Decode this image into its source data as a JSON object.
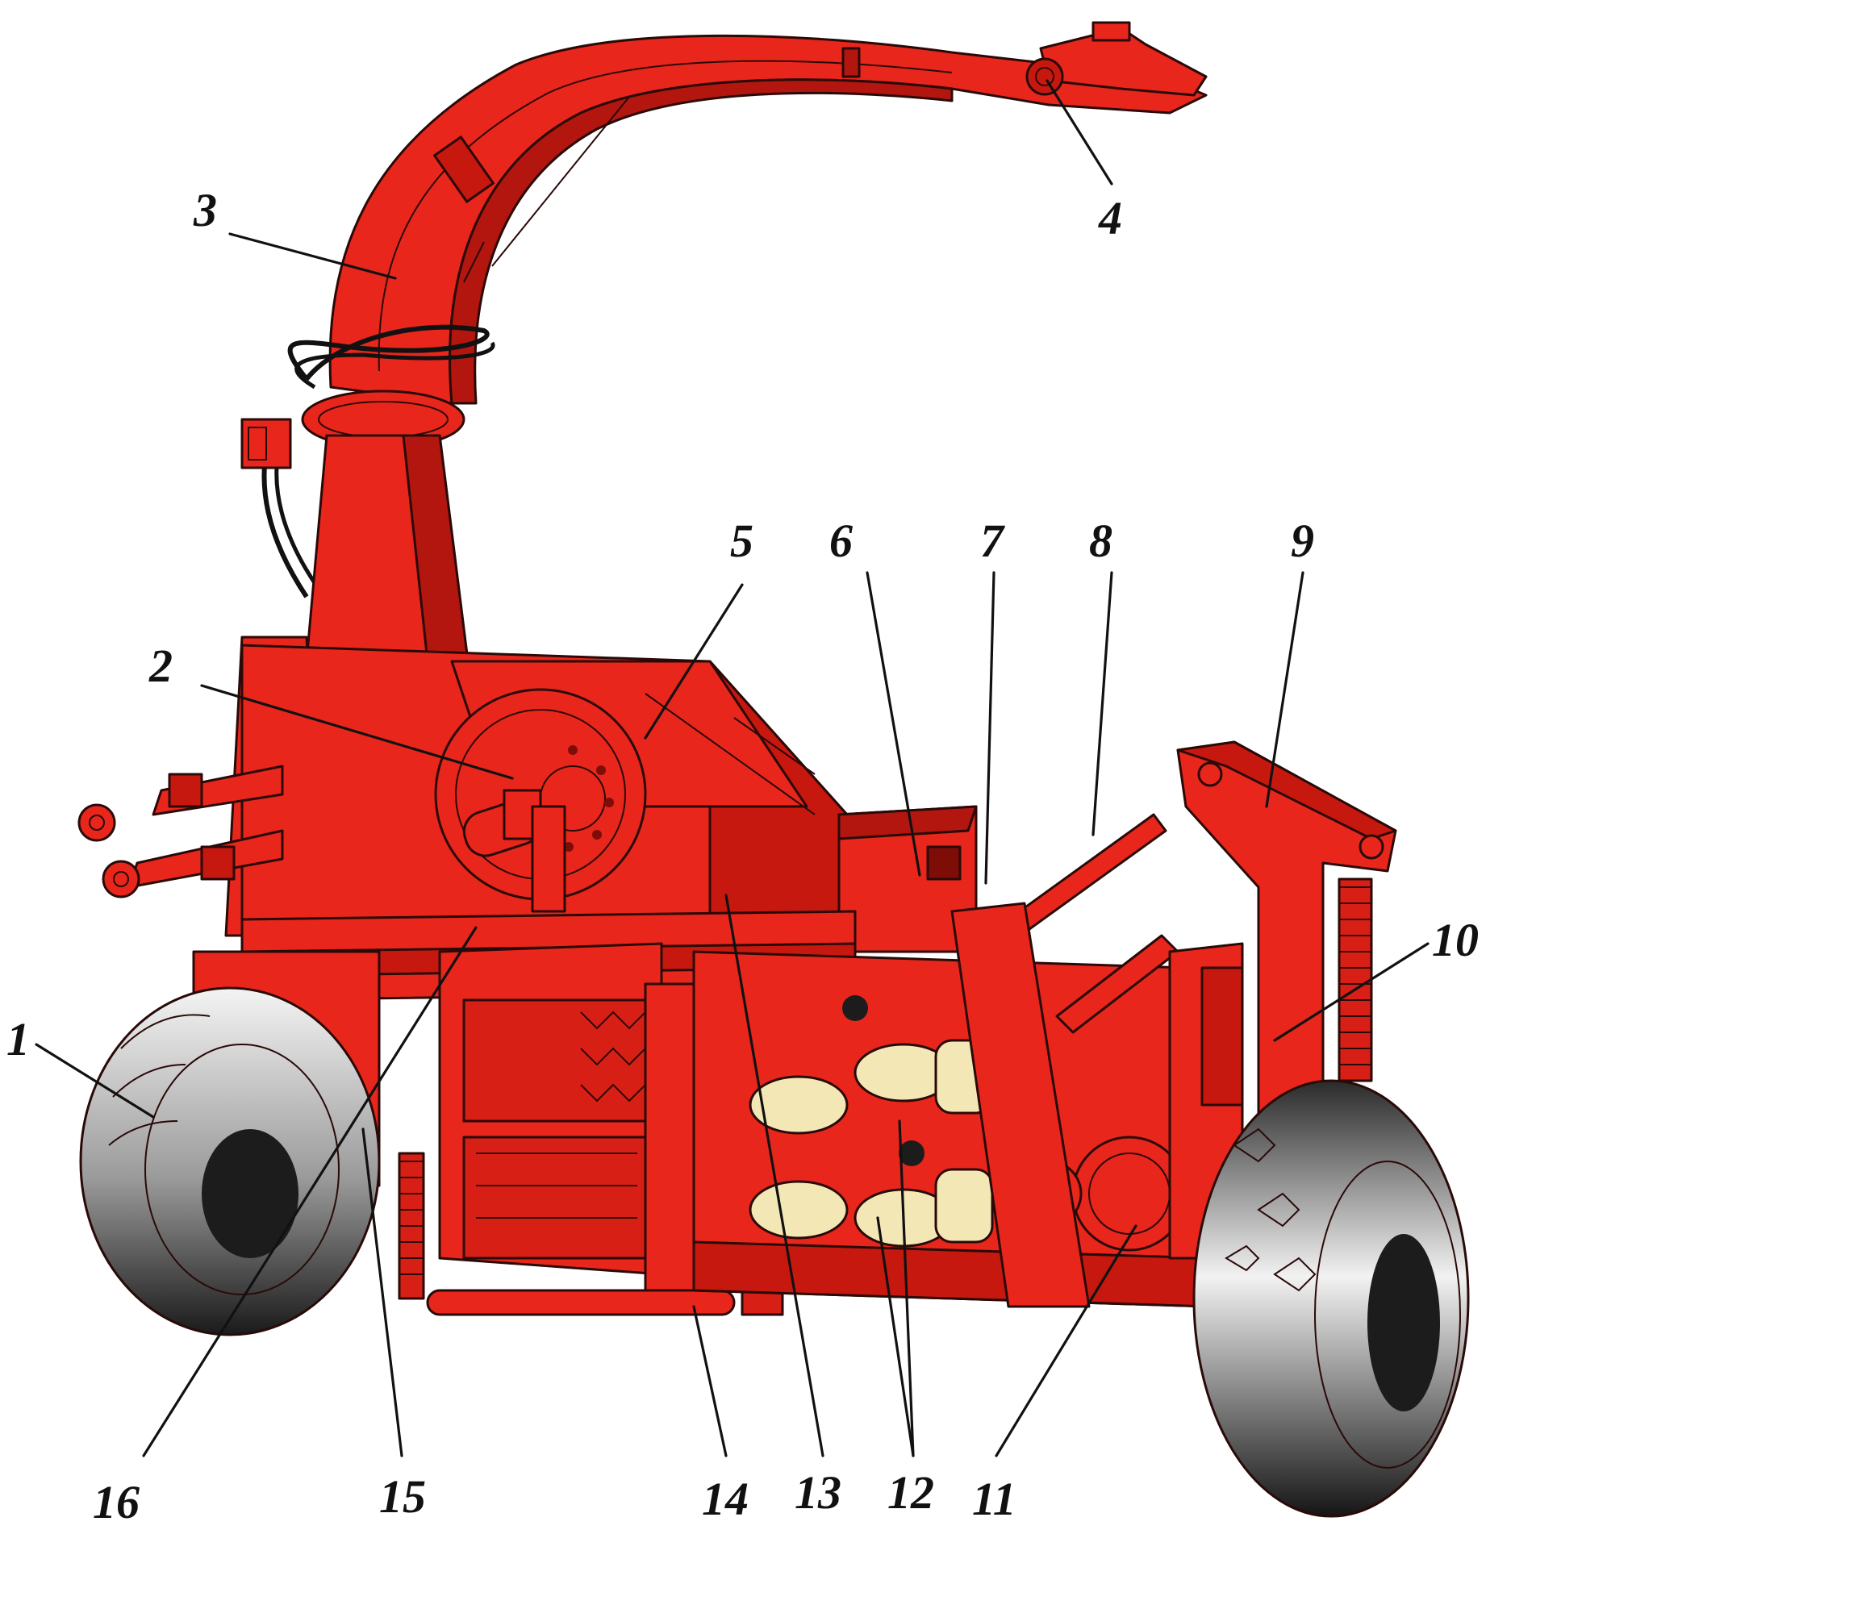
{
  "figure": {
    "background": "#ffffff",
    "colors": {
      "machine_red": "#e8261c",
      "machine_shadow": "#b3160f",
      "machine_dark": "#7e0d08",
      "tire": "#1c1c1c",
      "tire_light": "#f2f2f2",
      "coupling": "#f3e7b6",
      "line": "#111111"
    },
    "icon": "forage-harvester-illustration"
  },
  "callouts": [
    {
      "id": "1",
      "label": "1"
    },
    {
      "id": "2",
      "label": "2"
    },
    {
      "id": "3",
      "label": "3"
    },
    {
      "id": "4",
      "label": "4"
    },
    {
      "id": "5",
      "label": "5"
    },
    {
      "id": "6",
      "label": "6"
    },
    {
      "id": "7",
      "label": "7"
    },
    {
      "id": "8",
      "label": "8"
    },
    {
      "id": "9",
      "label": "9"
    },
    {
      "id": "10",
      "label": "10"
    },
    {
      "id": "11",
      "label": "11"
    },
    {
      "id": "12",
      "label": "12"
    },
    {
      "id": "13",
      "label": "13"
    },
    {
      "id": "14",
      "label": "14"
    },
    {
      "id": "15",
      "label": "15"
    },
    {
      "id": "16",
      "label": "16"
    }
  ]
}
